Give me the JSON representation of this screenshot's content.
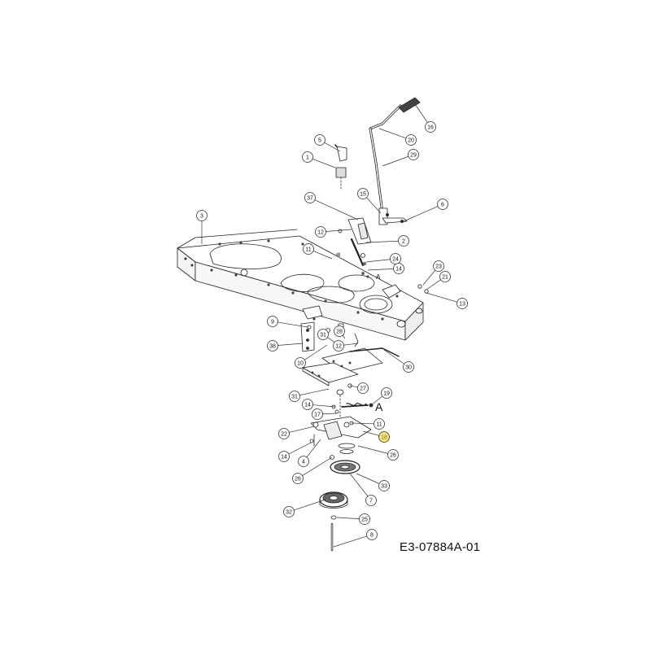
{
  "drawing_code": "E3-07884A-01",
  "detail_marker": "A",
  "highlight_color": "#f5e27a",
  "callouts": [
    {
      "id": "c16",
      "label": "16"
    },
    {
      "id": "c20",
      "label": "20"
    },
    {
      "id": "c29",
      "label": "29"
    },
    {
      "id": "c5",
      "label": "5"
    },
    {
      "id": "c1",
      "label": "1"
    },
    {
      "id": "c37",
      "label": "37"
    },
    {
      "id": "c15",
      "label": "15"
    },
    {
      "id": "c6",
      "label": "6"
    },
    {
      "id": "c3",
      "label": "3"
    },
    {
      "id": "c12a",
      "label": "12"
    },
    {
      "id": "c2",
      "label": "2"
    },
    {
      "id": "c11a",
      "label": "11"
    },
    {
      "id": "c24",
      "label": "24"
    },
    {
      "id": "c14a",
      "label": "14"
    },
    {
      "id": "c23",
      "label": "23"
    },
    {
      "id": "c21",
      "label": "21"
    },
    {
      "id": "c13",
      "label": "13"
    },
    {
      "id": "c9",
      "label": "9"
    },
    {
      "id": "c38",
      "label": "38"
    },
    {
      "id": "c31a",
      "label": "31"
    },
    {
      "id": "c28",
      "label": "28"
    },
    {
      "id": "c12b",
      "label": "12"
    },
    {
      "id": "c10",
      "label": "10"
    },
    {
      "id": "c30",
      "label": "30"
    },
    {
      "id": "c27",
      "label": "27"
    },
    {
      "id": "c31b",
      "label": "31"
    },
    {
      "id": "c19",
      "label": "19"
    },
    {
      "id": "c14b",
      "label": "14"
    },
    {
      "id": "c17",
      "label": "17"
    },
    {
      "id": "c11b",
      "label": "11"
    },
    {
      "id": "c22",
      "label": "22"
    },
    {
      "id": "c18",
      "label": "18",
      "highlight": true
    },
    {
      "id": "c14c",
      "label": "14"
    },
    {
      "id": "c4",
      "label": "4"
    },
    {
      "id": "c26a",
      "label": "26"
    },
    {
      "id": "c26b",
      "label": "26"
    },
    {
      "id": "c7",
      "label": "7"
    },
    {
      "id": "c33",
      "label": "33"
    },
    {
      "id": "c32",
      "label": "32"
    },
    {
      "id": "c25",
      "label": "25"
    },
    {
      "id": "c8",
      "label": "8"
    }
  ]
}
